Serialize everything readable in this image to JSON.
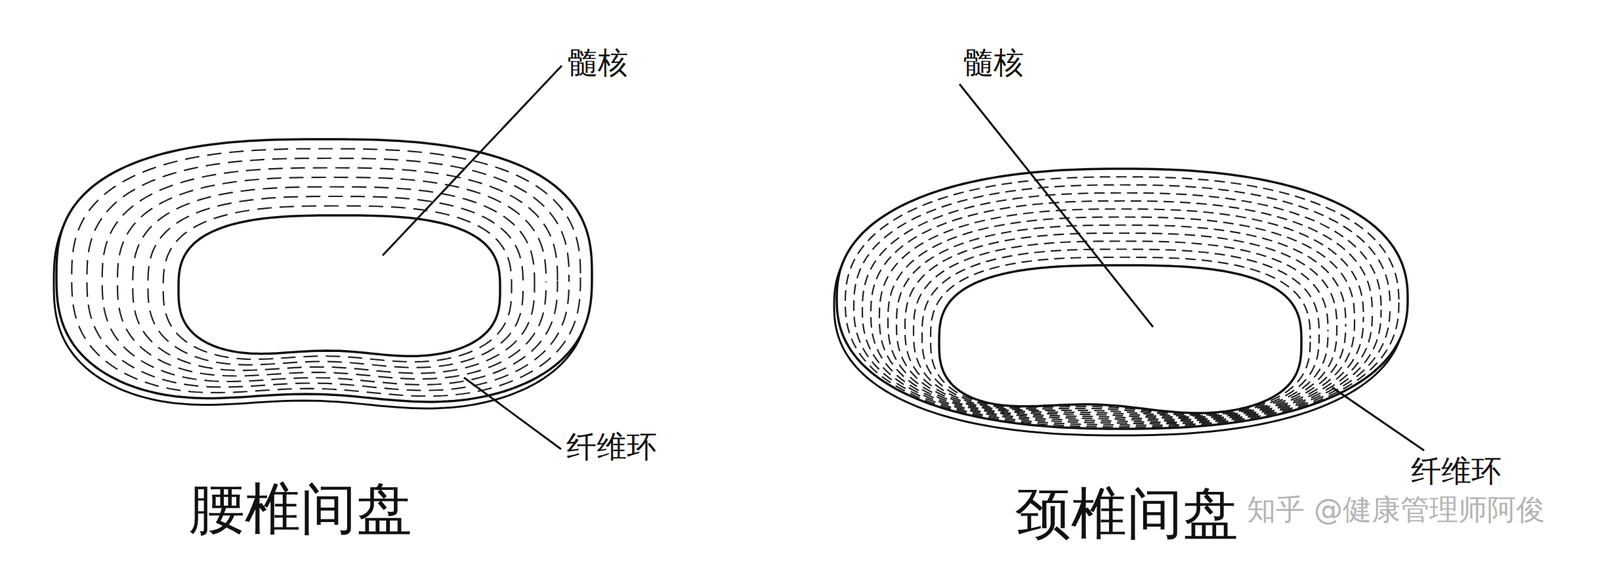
{
  "diagram": {
    "labels": [
      "髓核",
      "纤维环",
      "腰椎间盘",
      "髓核",
      "纤维环",
      "颈椎间盘",
      "知乎 @健康管理师阿俊"
    ]
  }
}
